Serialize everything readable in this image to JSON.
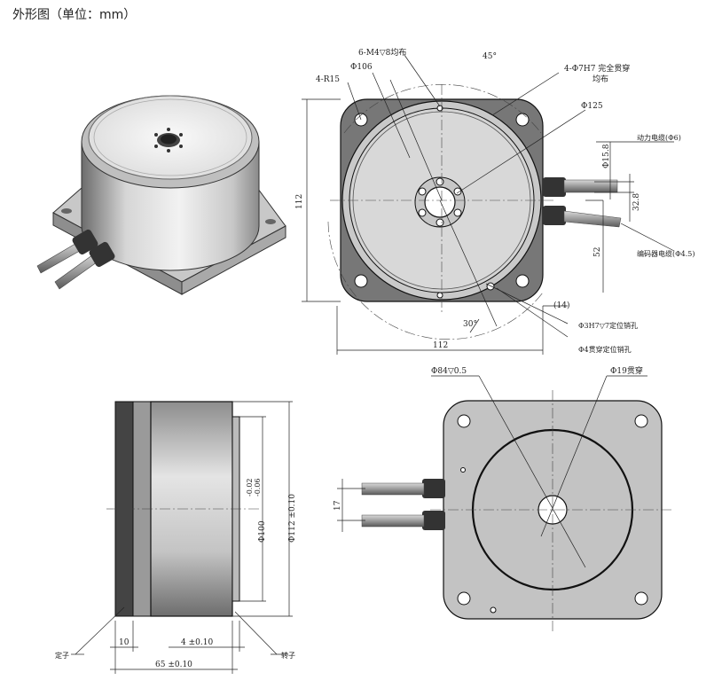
{
  "title": "外形图（单位：mm）",
  "top_view": {
    "corner_radius": "4-R15",
    "tapped_holes": "6-M4▽8均布",
    "angle_45": "45°",
    "through_holes": "4-Φ7H7 完全贯穿",
    "through_holes_2": "均布",
    "dia_106": "Φ106",
    "dia_125": "Φ125",
    "dia_15_8": "Φ15.8",
    "power_cable": "动力电缆(Φ6)",
    "dim_32_8": "32.8",
    "encoder_cable": "编码器电缆(Φ4.5)",
    "dim_52": "52",
    "height_112": "112",
    "dim_14": "(14)",
    "pin_hole": "Φ3H7▽7定位销孔",
    "angle_30": "30°",
    "pin_hole_through": "Φ4贯穿定位销孔",
    "width_112": "112"
  },
  "side_view": {
    "dia_100": "Φ100",
    "dia_100_tol_upper": "-0.02",
    "dia_100_tol_lower": "-0.06",
    "dia_112": "Φ112 ±0.10",
    "dim_10": "10",
    "dim_4": "4 ±0.10",
    "dim_65": "65 ±0.10",
    "stator_label": "定子",
    "rotor_label": "转子"
  },
  "bottom_view": {
    "dia_84": "Φ84▽0.5",
    "dia_19": "Φ19贯穿",
    "dim_17": "17"
  }
}
